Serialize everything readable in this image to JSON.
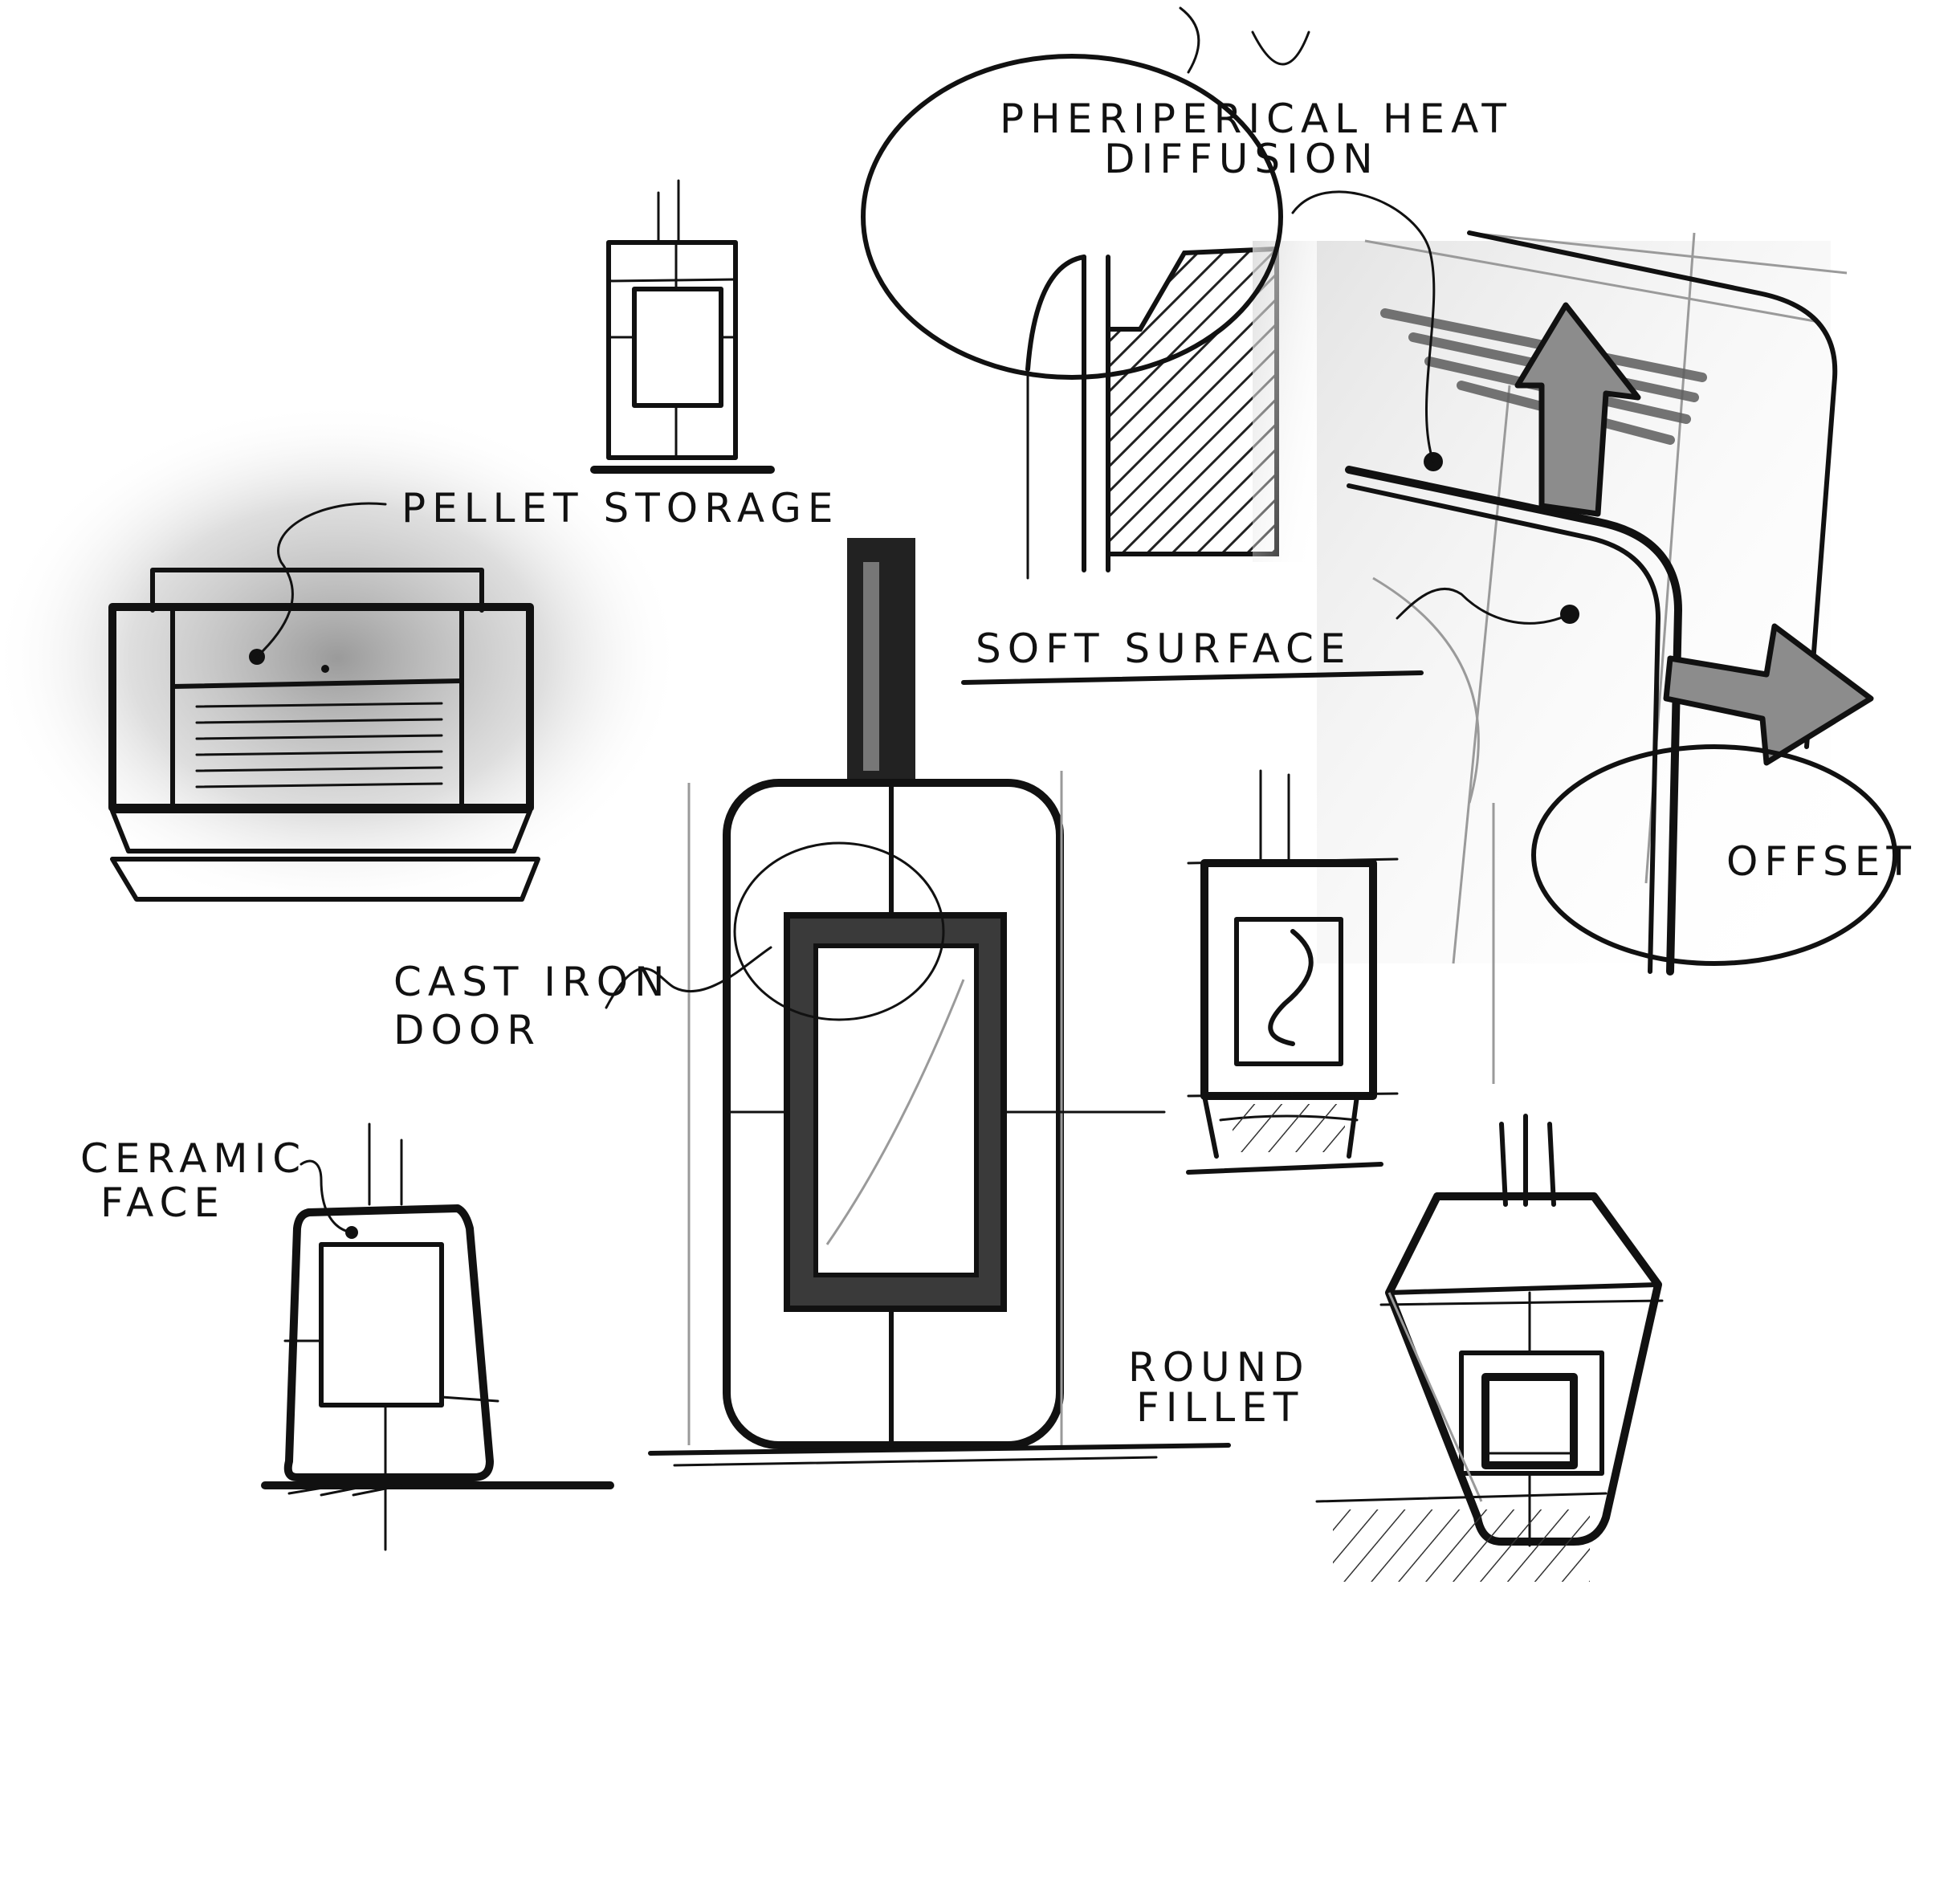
{
  "labels": {
    "peripheral_heat_line1": "PHERIPERICAL HEAT",
    "peripheral_heat_line2": "DIFFUSION",
    "pellet_storage": "PELLET STORAGE",
    "soft_surface": "SOFT SURFACE",
    "offset": "OFFSET",
    "cast_iron_line1": "CAST IRON",
    "cast_iron_line2": "DOOR",
    "ceramic_line1": "CERAMIC",
    "ceramic_line2": "FACE",
    "round_fillet_line1": "ROUND",
    "round_fillet_line2": "FILLET"
  },
  "colors": {
    "ink": "#111111",
    "door_frame": "#3a3a3a",
    "arrow_fill": "#8c8c8c",
    "shadow": "#bdbdbd"
  }
}
